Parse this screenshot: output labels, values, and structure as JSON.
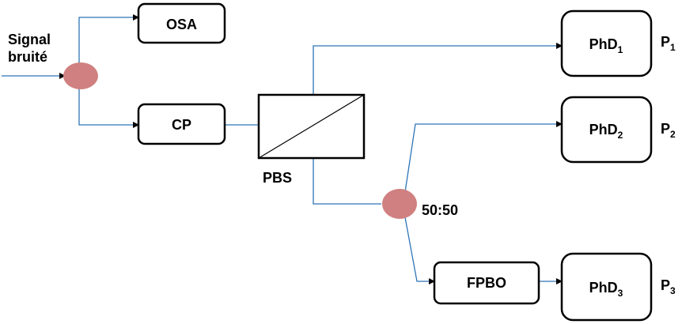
{
  "input_label_line1": "Signal",
  "input_label_line2": "bruité",
  "boxes": {
    "osa": "OSA",
    "cp": "CP",
    "fpbo": "FPBO"
  },
  "pbs_label": "PBS",
  "coupler_ratio": "50:50",
  "photodiodes": [
    {
      "name": "PhD",
      "sub": "1",
      "output": "P",
      "output_sub": "1"
    },
    {
      "name": "PhD",
      "sub": "2",
      "output": "P",
      "output_sub": "2"
    },
    {
      "name": "PhD",
      "sub": "3",
      "output": "P",
      "output_sub": "3"
    }
  ],
  "colors": {
    "wire": "#2e75b6",
    "coupler": "#d08080",
    "box_stroke": "#000000"
  }
}
